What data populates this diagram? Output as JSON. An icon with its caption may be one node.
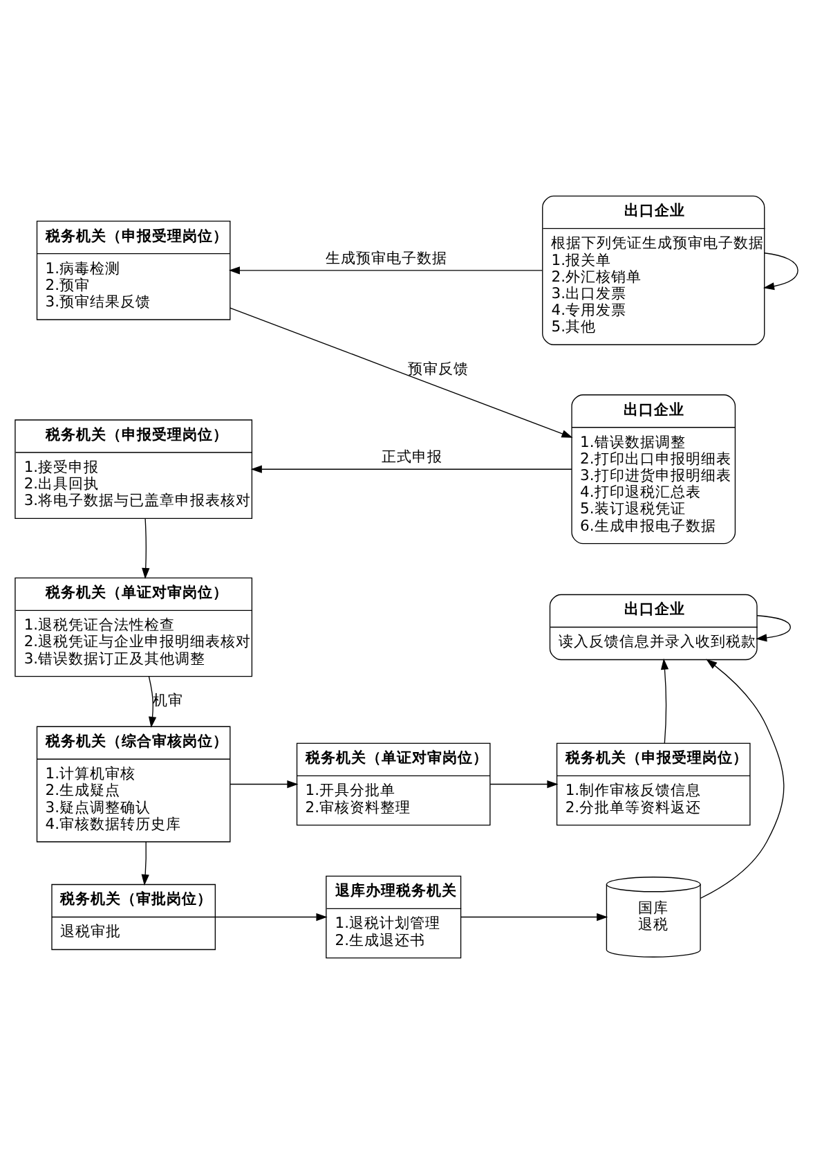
{
  "diagram": {
    "nodes": [
      {
        "text": [
          "税务机关（申报受理岗位）",
          "1.病毒检测",
          "2.预审",
          "3.预审结果反馈"
        ]
      },
      {
        "text": [
          "出口企业",
          "根据下列凭证生成预审电子数据",
          "1.报关单",
          "2.外汇核销单",
          "3.出口发票",
          "4.专用发票",
          "5.其他"
        ]
      },
      {
        "text": [
          "税务机关（申报受理岗位）",
          "1.接受申报",
          "2.出具回执",
          "3.将电子数据与已盖章申报表核对"
        ]
      },
      {
        "text": [
          "出口企业",
          "1.错误数据调整",
          "2.打印出口申报明细表",
          "3.打印进货申报明细表",
          "4.打印退税汇总表",
          "5.装订退税凭证",
          "6.生成申报电子数据"
        ]
      },
      {
        "text": [
          "税务机关（单证对审岗位）",
          "1.退税凭证合法性检查",
          "2.退税凭证与企业申报明细表核对",
          "3.错误数据订正及其他调整"
        ]
      },
      {
        "text": [
          "出口企业",
          "读入反馈信息并录入收到税款"
        ]
      },
      {
        "text": [
          "税务机关（综合审核岗位）",
          "1.计算机审核",
          "2.生成疑点",
          "3.疑点调整确认",
          "4.审核数据转历史库"
        ]
      },
      {
        "text": [
          "税务机关（单证对审岗位）",
          "1.开具分批单",
          "2.审核资料整理"
        ]
      },
      {
        "text": [
          "税务机关（申报受理岗位）",
          "1.制作审核反馈信息",
          "2.分批单等资料返还"
        ]
      },
      {
        "text": [
          "税务机关（审批岗位）",
          "退税审批"
        ]
      },
      {
        "text": [
          "退库办理税务机关",
          "1.退税计划管理",
          "2.生成退还书"
        ]
      },
      {
        "text": [
          "国库",
          "退税"
        ]
      }
    ],
    "edges": [
      {
        "from": 1,
        "to": 1,
        "arrow": "to"
      },
      {
        "from": 1,
        "to": 0,
        "arrow": "to",
        "label": "生成预审电子数据"
      },
      {
        "from": 0,
        "to": 3,
        "arrow": "to",
        "label": "预审反馈"
      },
      {
        "from": 3,
        "to": 2,
        "arrow": "to",
        "label": "正式申报"
      },
      {
        "from": 2,
        "to": 4,
        "arrow": "to"
      },
      {
        "from": 4,
        "to": 6,
        "arrow": "to",
        "label": "机审"
      },
      {
        "from": 6,
        "to": 7,
        "arrow": "to"
      },
      {
        "from": 7,
        "to": 8,
        "arrow": "to"
      },
      {
        "from": 8,
        "to": 5,
        "arrow": "to"
      },
      {
        "from": 5,
        "to": 5,
        "arrow": "to"
      },
      {
        "from": 6,
        "to": 9,
        "arrow": "to"
      },
      {
        "from": 9,
        "to": 10,
        "arrow": "to"
      },
      {
        "from": 10,
        "to": 11,
        "arrow": "to"
      },
      {
        "from": 11,
        "to": 5,
        "arrow": "to"
      }
    ]
  }
}
